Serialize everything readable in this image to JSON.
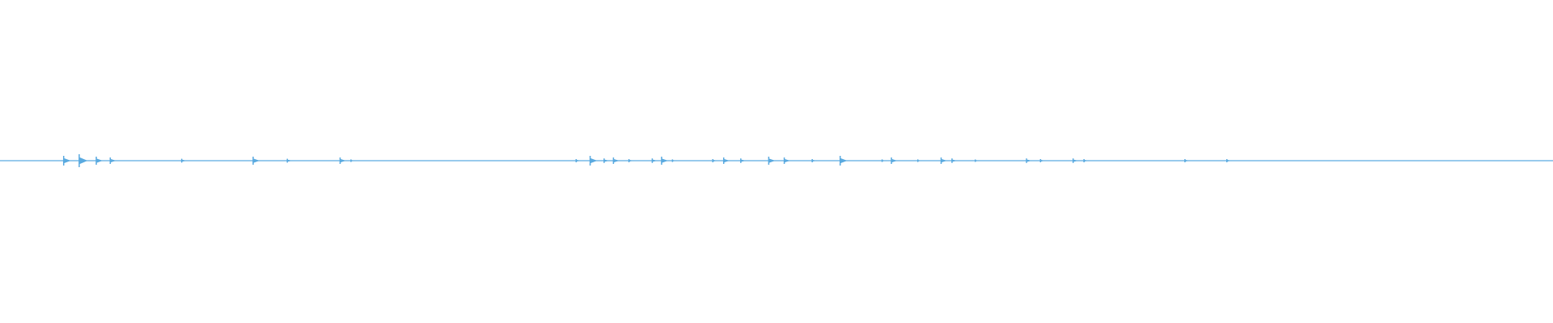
{
  "waveform": {
    "color": "#5aaae0",
    "background": "#ffffff",
    "peaks": [
      {
        "t": 4.1,
        "amp": 0.03
      },
      {
        "t": 5.1,
        "amp": 0.04
      },
      {
        "t": 6.2,
        "amp": 0.025
      },
      {
        "t": 7.1,
        "amp": 0.02
      },
      {
        "t": 11.7,
        "amp": 0.012
      },
      {
        "t": 16.3,
        "amp": 0.025
      },
      {
        "t": 18.5,
        "amp": 0.012
      },
      {
        "t": 21.9,
        "amp": 0.02
      },
      {
        "t": 22.6,
        "amp": 0.008
      },
      {
        "t": 37.1,
        "amp": 0.01
      },
      {
        "t": 38.0,
        "amp": 0.03
      },
      {
        "t": 38.9,
        "amp": 0.014
      },
      {
        "t": 39.5,
        "amp": 0.02
      },
      {
        "t": 40.5,
        "amp": 0.01
      },
      {
        "t": 42.0,
        "amp": 0.014
      },
      {
        "t": 42.6,
        "amp": 0.025
      },
      {
        "t": 43.3,
        "amp": 0.008
      },
      {
        "t": 45.9,
        "amp": 0.01
      },
      {
        "t": 46.6,
        "amp": 0.02
      },
      {
        "t": 47.7,
        "amp": 0.014
      },
      {
        "t": 49.5,
        "amp": 0.025
      },
      {
        "t": 50.5,
        "amp": 0.02
      },
      {
        "t": 52.3,
        "amp": 0.01
      },
      {
        "t": 54.1,
        "amp": 0.03
      },
      {
        "t": 56.8,
        "amp": 0.008
      },
      {
        "t": 57.4,
        "amp": 0.02
      },
      {
        "t": 59.1,
        "amp": 0.008
      },
      {
        "t": 60.6,
        "amp": 0.02
      },
      {
        "t": 61.3,
        "amp": 0.014
      },
      {
        "t": 62.8,
        "amp": 0.006
      },
      {
        "t": 66.1,
        "amp": 0.014
      },
      {
        "t": 67.0,
        "amp": 0.01
      },
      {
        "t": 69.1,
        "amp": 0.014
      },
      {
        "t": 69.8,
        "amp": 0.01
      },
      {
        "t": 76.3,
        "amp": 0.01
      },
      {
        "t": 79.0,
        "amp": 0.01
      }
    ]
  }
}
